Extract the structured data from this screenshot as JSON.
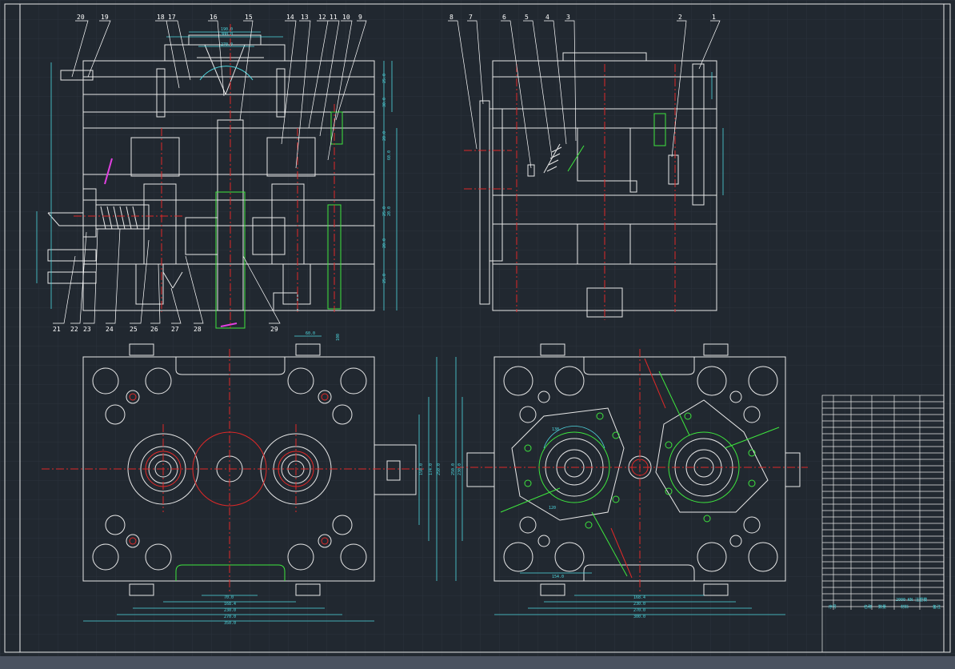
{
  "colors": {
    "background": "#212830",
    "grid": "#2a323c",
    "outline": "#e8e8e8",
    "centerline": "#e02828",
    "dimension": "#4fd8e0",
    "part_green": "#3ee63e",
    "leader": "#ffffff",
    "accent_magenta": "#e040e0",
    "statusbar": "#4a5260"
  },
  "balloons_top_left": [
    "20",
    "19",
    "18",
    "17",
    "16",
    "15",
    "14",
    "13",
    "12",
    "11",
    "10",
    "9"
  ],
  "balloons_bottom_left": [
    "21",
    "22",
    "23",
    "24",
    "25",
    "26",
    "27",
    "28",
    "29"
  ],
  "balloons_top_right": [
    "8",
    "7",
    "6",
    "5",
    "4",
    "3",
    "2",
    "1"
  ],
  "dimensions_front": [
    "300.0",
    "190.0",
    "270.0"
  ],
  "dimensions_side_right": [
    "25.0",
    "30.0",
    "20.0",
    "60.0",
    "25.0",
    "20.0",
    "20.0",
    "25.0"
  ],
  "dimensions_plan_left_bottom": [
    "70.0",
    "168.4",
    "230.0",
    "270.0",
    "350.0"
  ],
  "dimensions_plan_left_right": [
    "150.0",
    "174.0",
    "250.0"
  ],
  "dimensions_plan_left_top": [
    "60.0",
    "100"
  ],
  "dimensions_plan_right_bottom": [
    "168.4",
    "230.0",
    "270.0",
    "300.0"
  ],
  "dimensions_plan_right_left": [
    "230.0",
    "250.0"
  ],
  "dimensions_plan_right_misc": [
    "154.0",
    "138",
    "120"
  ],
  "title_block": {
    "drawing_title": "2000 KN 注塑模",
    "footer_cells": [
      "备注",
      "材料",
      "数量",
      "名称",
      "序号"
    ]
  }
}
